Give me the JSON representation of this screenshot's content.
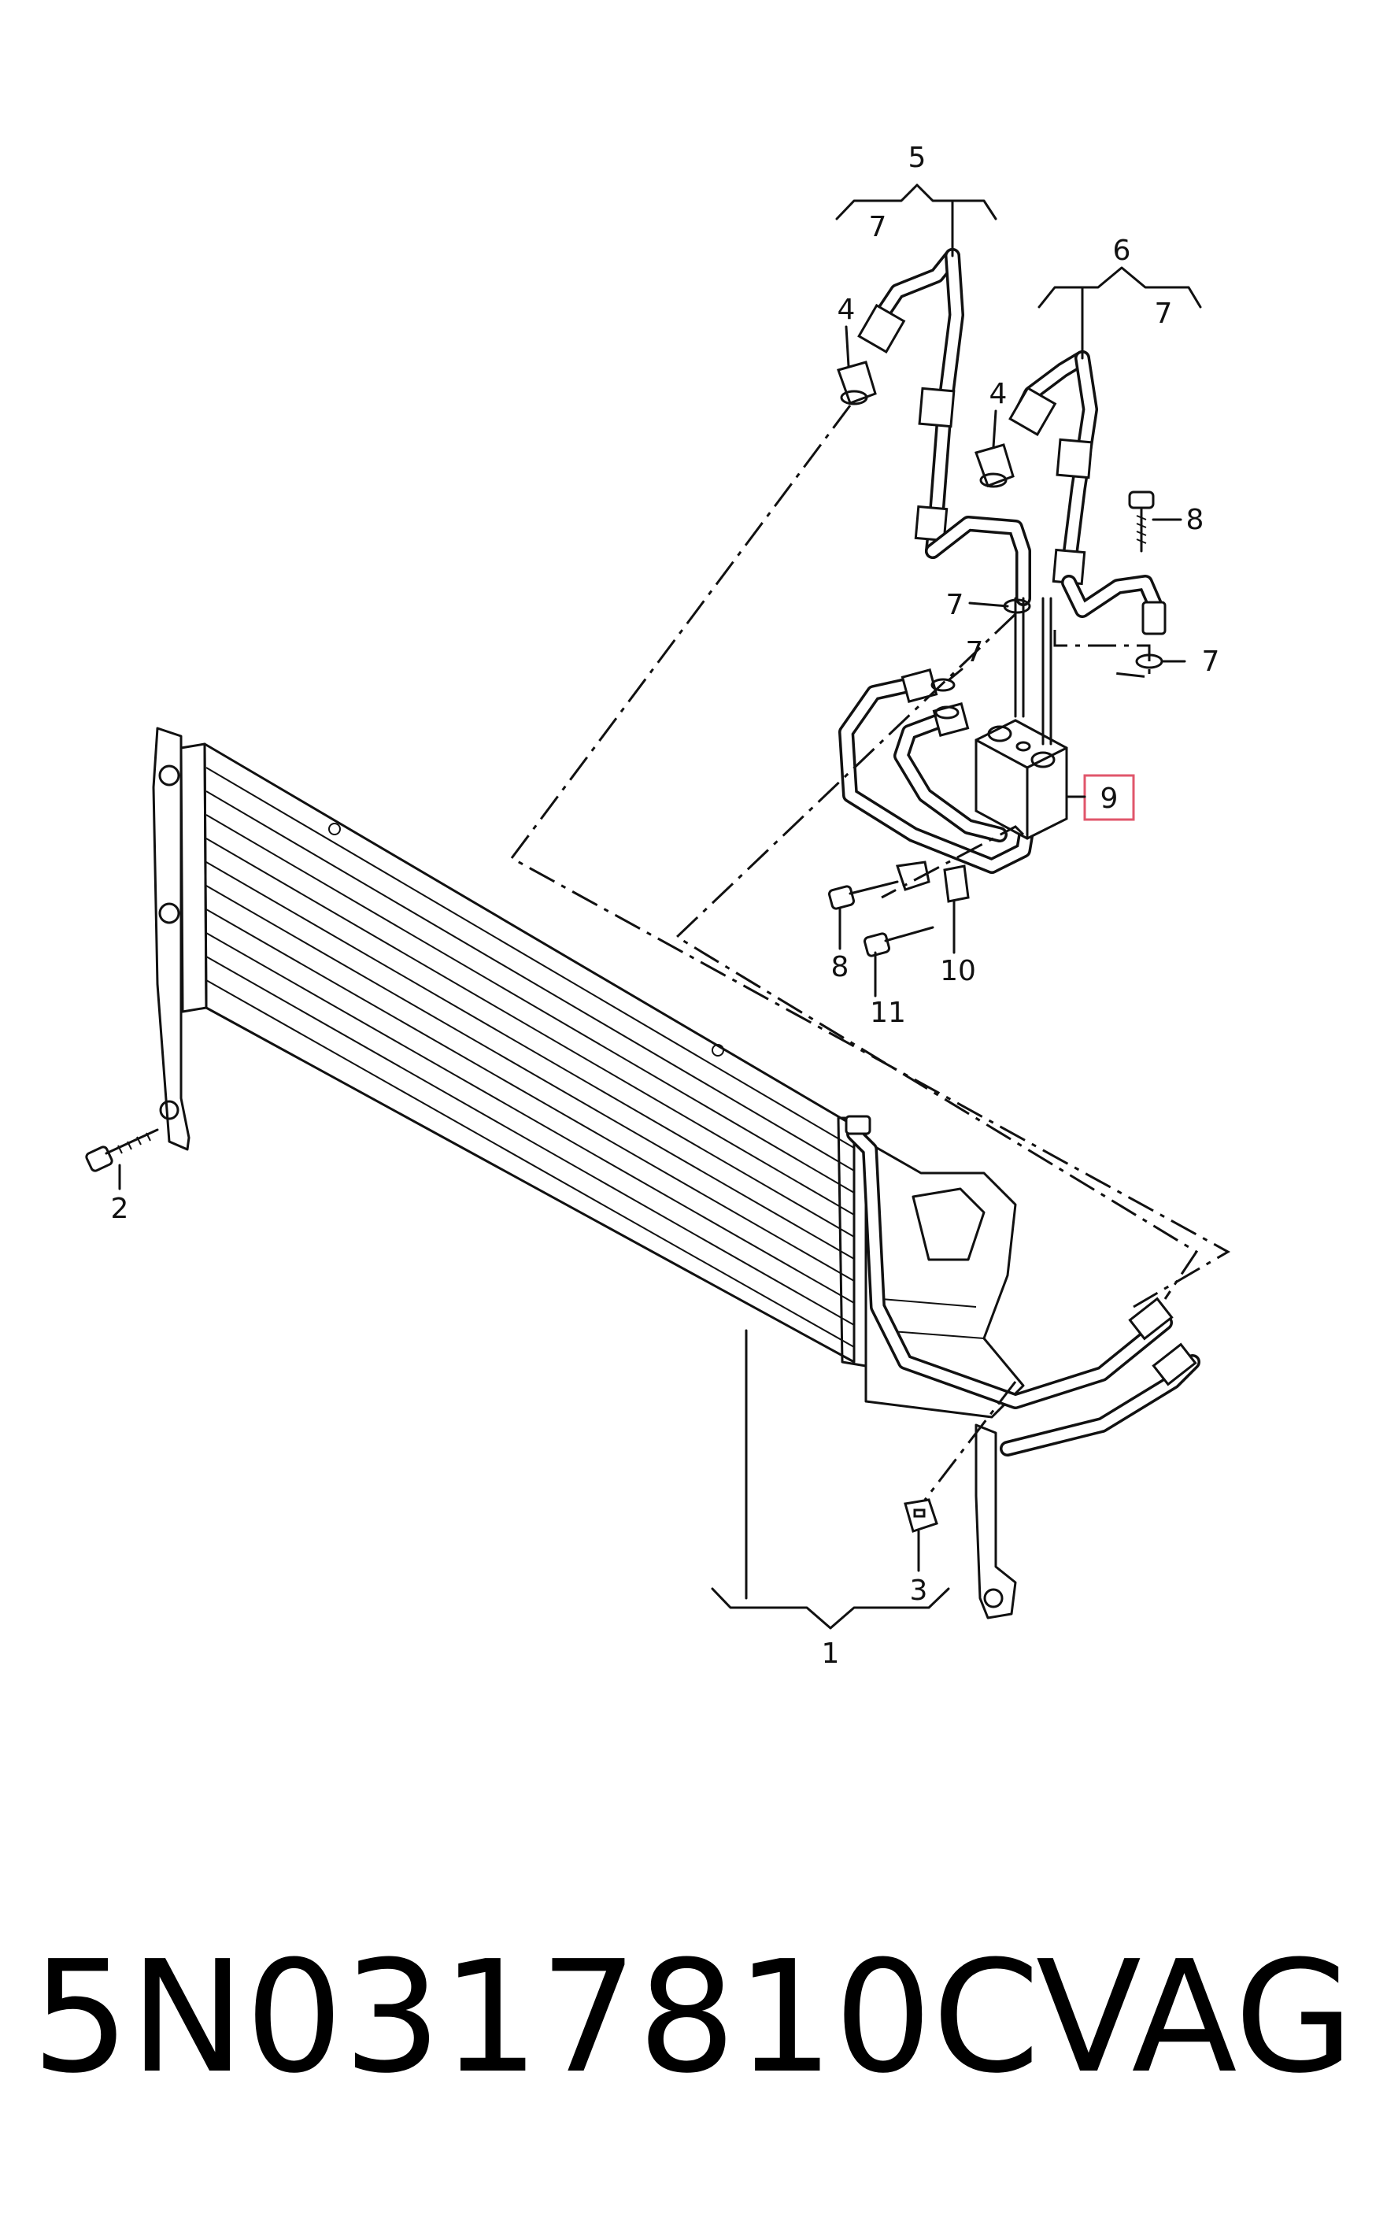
{
  "callouts": {
    "c1": "1",
    "c2": "2",
    "c3": "3",
    "c4a": "4",
    "c4b": "4",
    "c5": "5",
    "c5_sub": "7",
    "c6": "6",
    "c6_sub": "7",
    "c7a": "7",
    "c7b": "7",
    "c7c": "7",
    "c8a": "8",
    "c8b": "8",
    "c9": "9",
    "c10": "10",
    "c11": "11"
  },
  "highlight_color": "#e0566b",
  "footer": {
    "part_number": "5N0317810C",
    "brand": "VAG"
  }
}
